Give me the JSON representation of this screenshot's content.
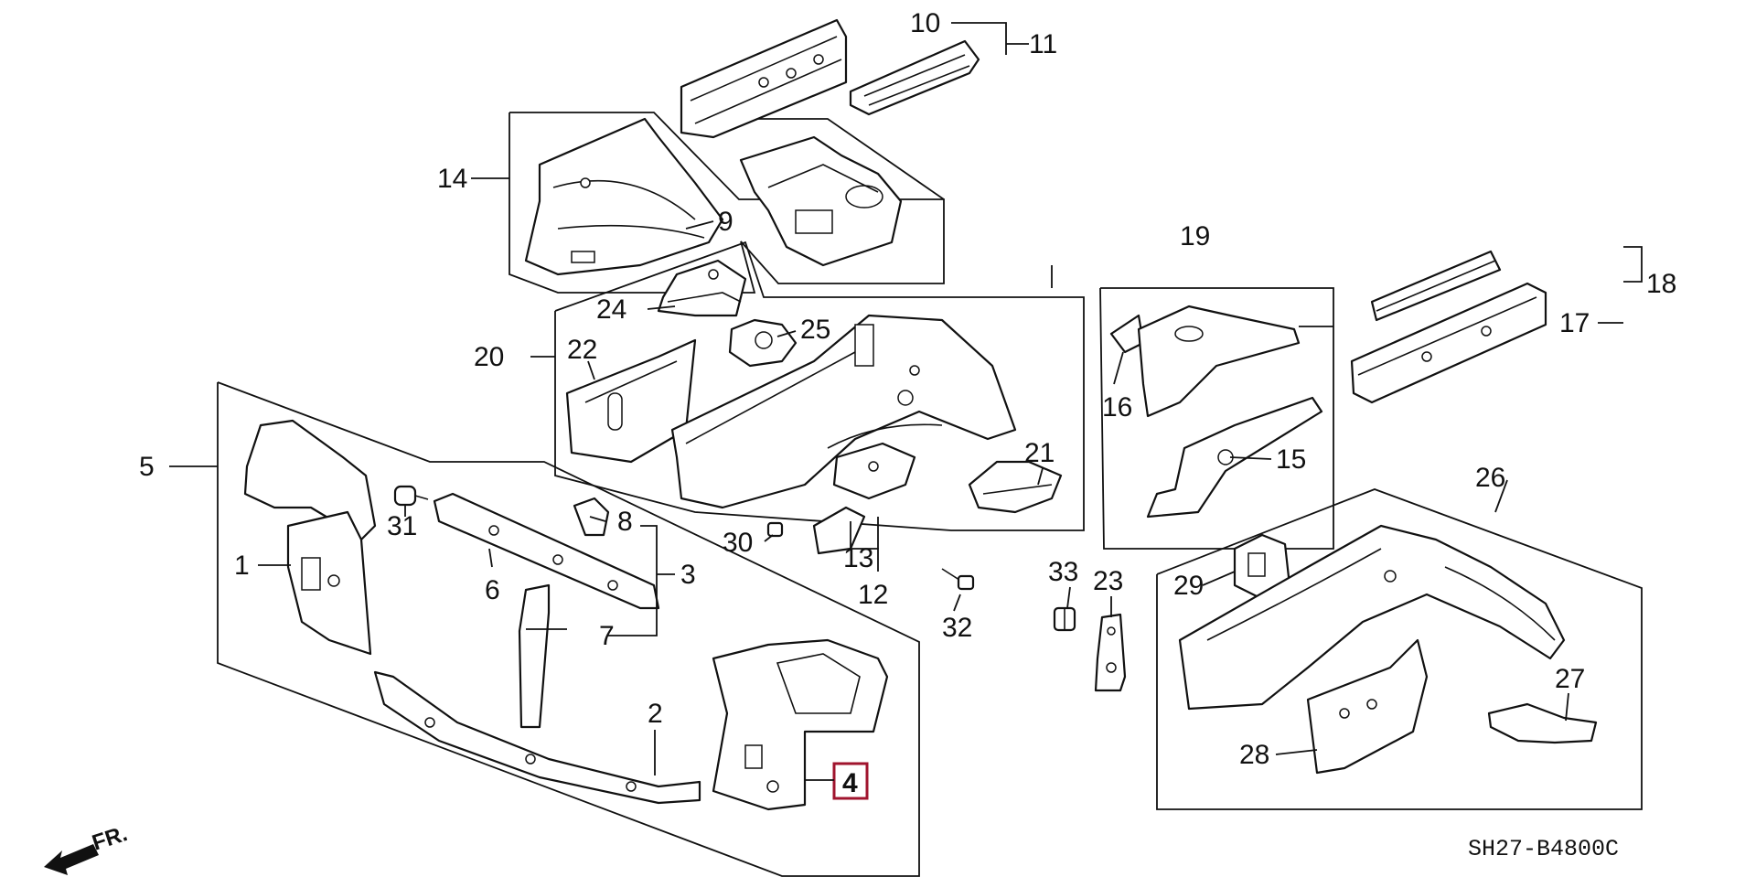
{
  "diagram": {
    "highlight_color": "#a0142e",
    "callouts": [
      {
        "id": "c1",
        "text": "1"
      },
      {
        "id": "c2",
        "text": "2"
      },
      {
        "id": "c3",
        "text": "3"
      },
      {
        "id": "c4",
        "text": "4",
        "highlighted": true
      },
      {
        "id": "c5",
        "text": "5"
      },
      {
        "id": "c6",
        "text": "6"
      },
      {
        "id": "c7",
        "text": "7"
      },
      {
        "id": "c8",
        "text": "8"
      },
      {
        "id": "c9",
        "text": "9"
      },
      {
        "id": "c10",
        "text": "10"
      },
      {
        "id": "c11",
        "text": "11"
      },
      {
        "id": "c12",
        "text": "12"
      },
      {
        "id": "c13",
        "text": "13"
      },
      {
        "id": "c14",
        "text": "14"
      },
      {
        "id": "c15",
        "text": "15"
      },
      {
        "id": "c16",
        "text": "16"
      },
      {
        "id": "c17",
        "text": "17"
      },
      {
        "id": "c18",
        "text": "18"
      },
      {
        "id": "c19",
        "text": "19"
      },
      {
        "id": "c20",
        "text": "20"
      },
      {
        "id": "c21",
        "text": "21"
      },
      {
        "id": "c22",
        "text": "22"
      },
      {
        "id": "c23",
        "text": "23"
      },
      {
        "id": "c24",
        "text": "24"
      },
      {
        "id": "c25",
        "text": "25"
      },
      {
        "id": "c26",
        "text": "26"
      },
      {
        "id": "c27",
        "text": "27"
      },
      {
        "id": "c28",
        "text": "28"
      },
      {
        "id": "c29",
        "text": "29"
      },
      {
        "id": "c30",
        "text": "30"
      },
      {
        "id": "c31",
        "text": "31"
      },
      {
        "id": "c32",
        "text": "32"
      },
      {
        "id": "c33",
        "text": "33"
      }
    ],
    "front_marker": {
      "text": "FR.",
      "icon": "front-arrow-icon"
    },
    "diagram_code": "SH27-B4800C"
  }
}
